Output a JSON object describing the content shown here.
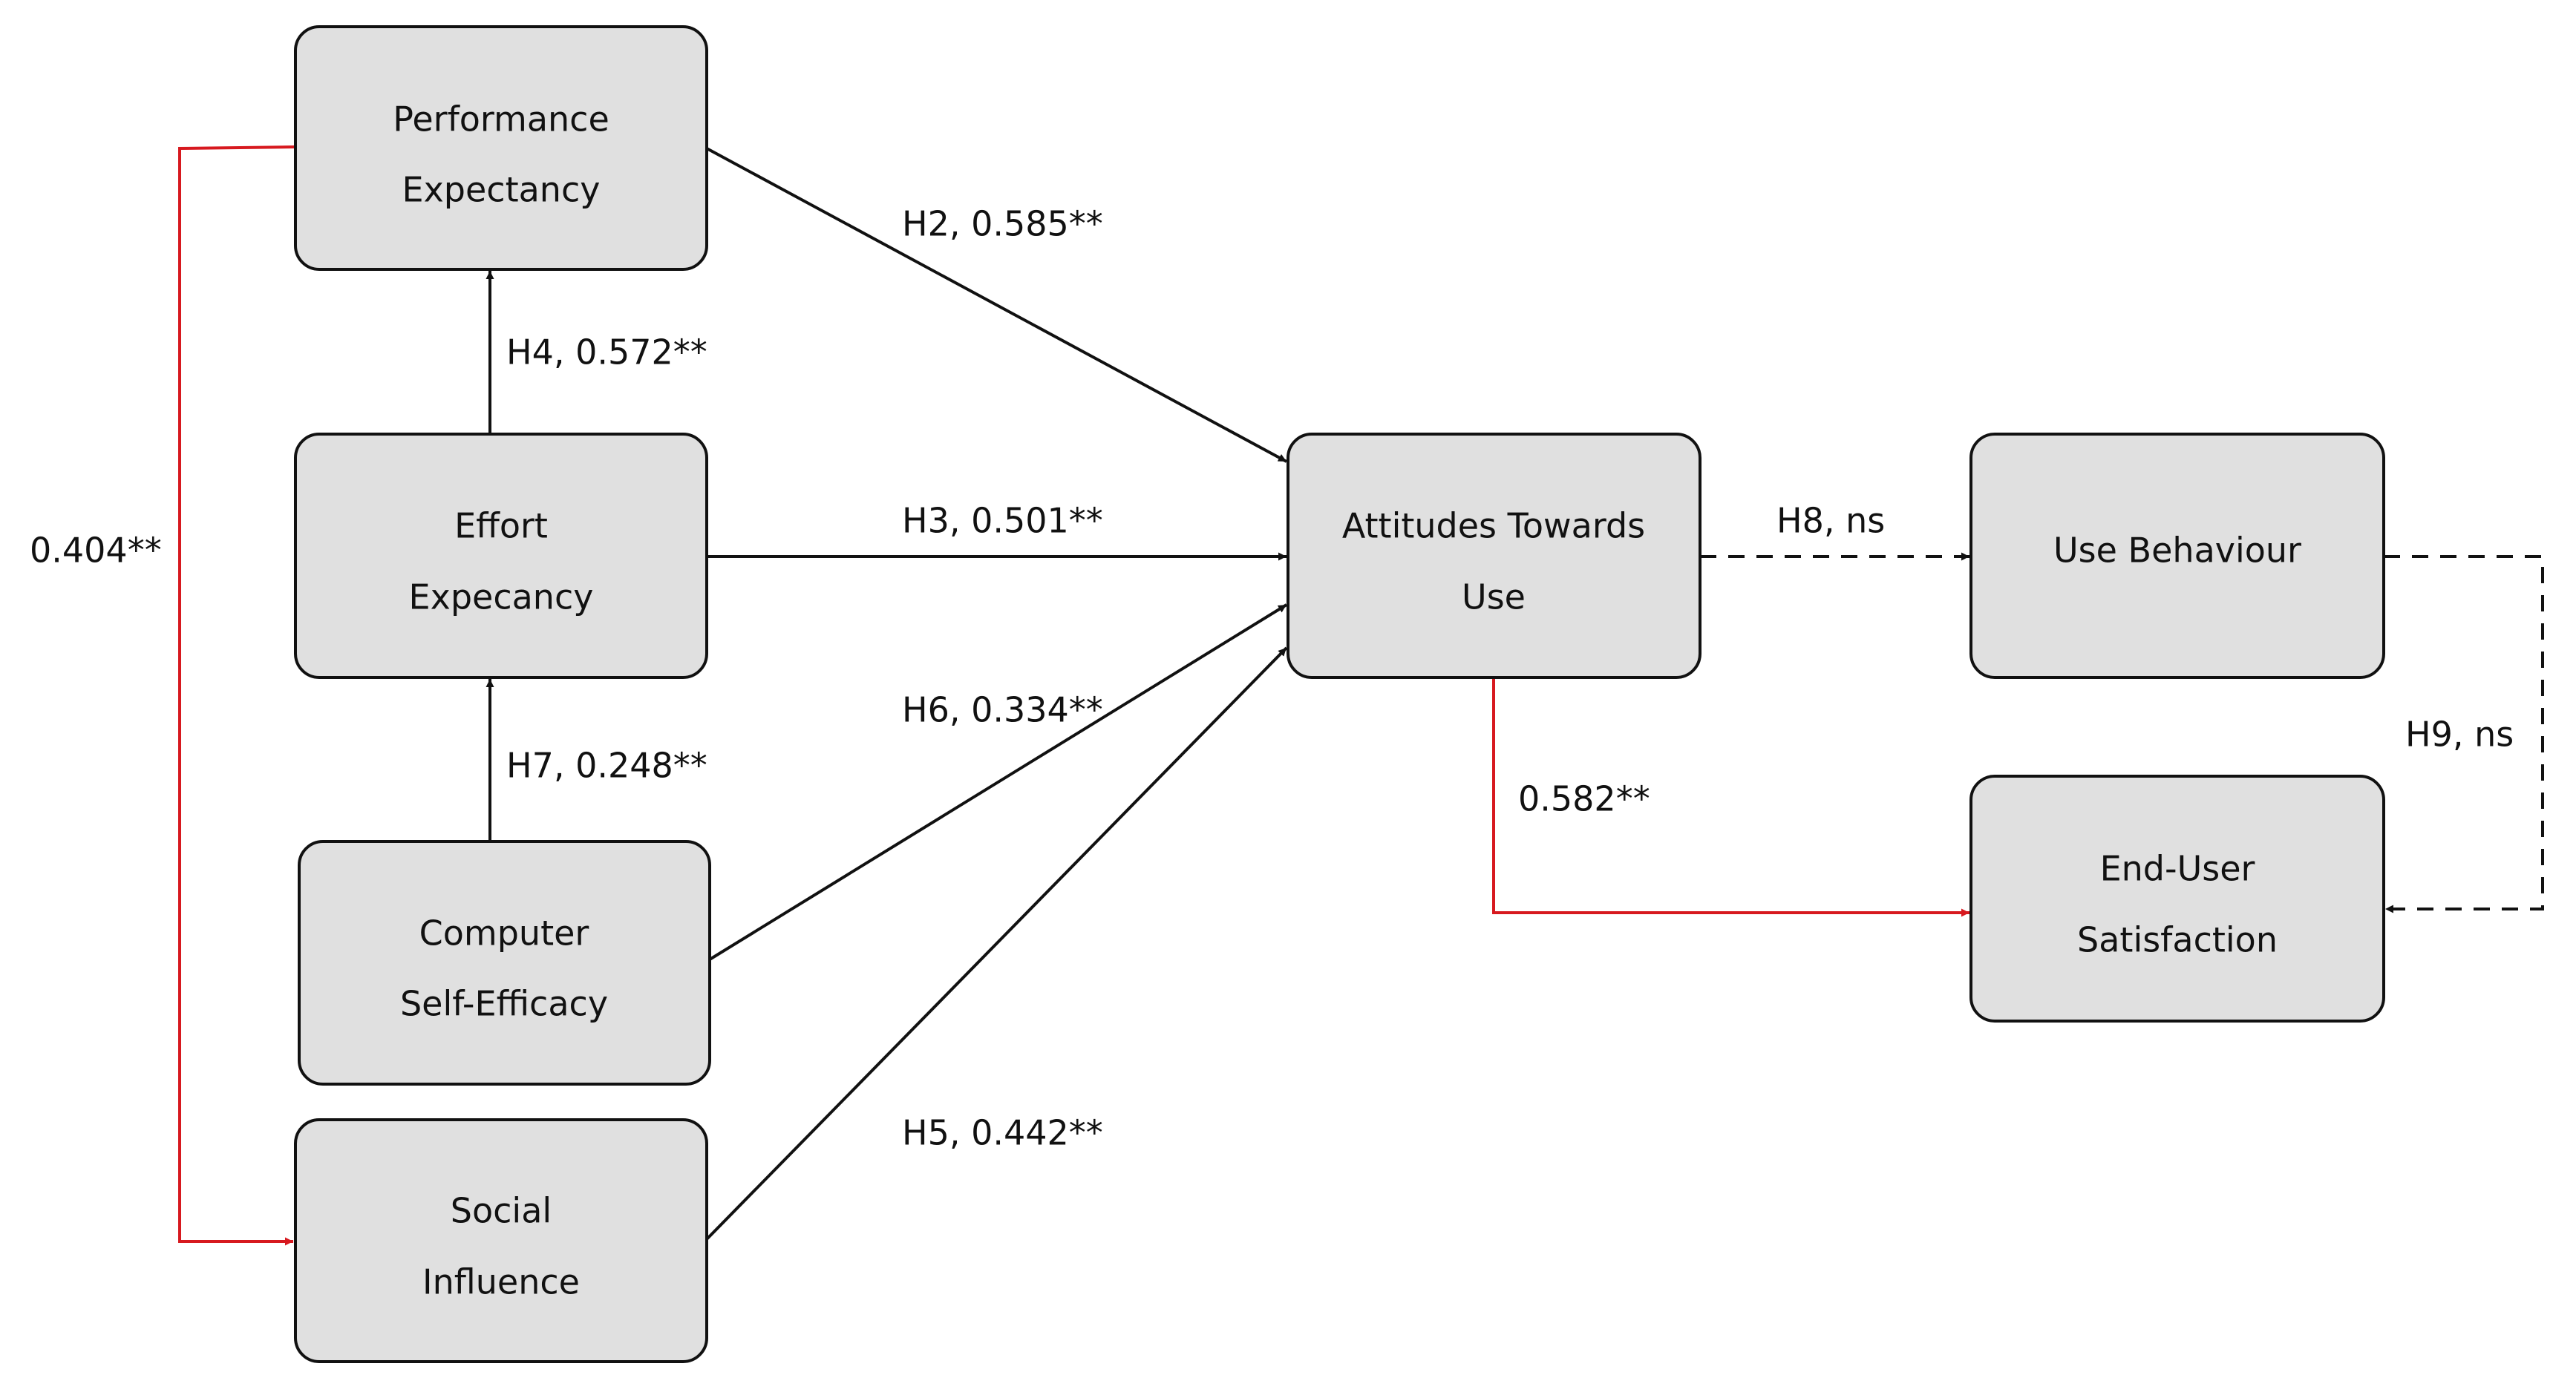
{
  "colors": {
    "node_fill": "#e0e0e0",
    "stroke": "#111111",
    "highlight": "#d7191f",
    "background": "#ffffff"
  },
  "nodes": {
    "performance_expectancy": {
      "line1": "Performance",
      "line2": "Expectancy"
    },
    "effort_expectancy": {
      "line1": "Effort",
      "line2": "Expecancy"
    },
    "computer_self_efficacy": {
      "line1": "Computer",
      "line2": "Self-Efficacy"
    },
    "social_influence": {
      "line1": "Social",
      "line2": "Influence"
    },
    "attitudes_towards_use": {
      "line1": "Attitudes Towards",
      "line2": "Use"
    },
    "use_behaviour": {
      "line1": "Use Behaviour"
    },
    "end_user_satisfaction": {
      "line1": "End-User",
      "line2": "Satisfaction"
    }
  },
  "edges": {
    "h2": {
      "label": "H2, 0.585**",
      "from": "performance_expectancy",
      "to": "attitudes_towards_use",
      "style": "solid"
    },
    "h3": {
      "label": "H3, 0.501**",
      "from": "effort_expectancy",
      "to": "attitudes_towards_use",
      "style": "solid"
    },
    "h4": {
      "label": "H4, 0.572**",
      "from": "effort_expectancy",
      "to": "performance_expectancy",
      "style": "solid"
    },
    "h5": {
      "label": "H5, 0.442**",
      "from": "social_influence",
      "to": "attitudes_towards_use",
      "style": "solid"
    },
    "h6": {
      "label": "H6, 0.334**",
      "from": "computer_self_efficacy",
      "to": "attitudes_towards_use",
      "style": "solid"
    },
    "h7": {
      "label": "H7, 0.248**",
      "from": "computer_self_efficacy",
      "to": "effort_expectancy",
      "style": "solid"
    },
    "h8": {
      "label": "H8, ns",
      "from": "attitudes_towards_use",
      "to": "use_behaviour",
      "style": "dashed"
    },
    "h9": {
      "label": "H9, ns",
      "from": "use_behaviour",
      "to": "end_user_satisfaction",
      "style": "dashed"
    },
    "pe_si": {
      "label": "0.404**",
      "from": "performance_expectancy",
      "to": "social_influence",
      "style": "solid-red"
    },
    "atu_eus": {
      "label": "0.582**",
      "from": "attitudes_towards_use",
      "to": "end_user_satisfaction",
      "style": "solid-red"
    }
  }
}
